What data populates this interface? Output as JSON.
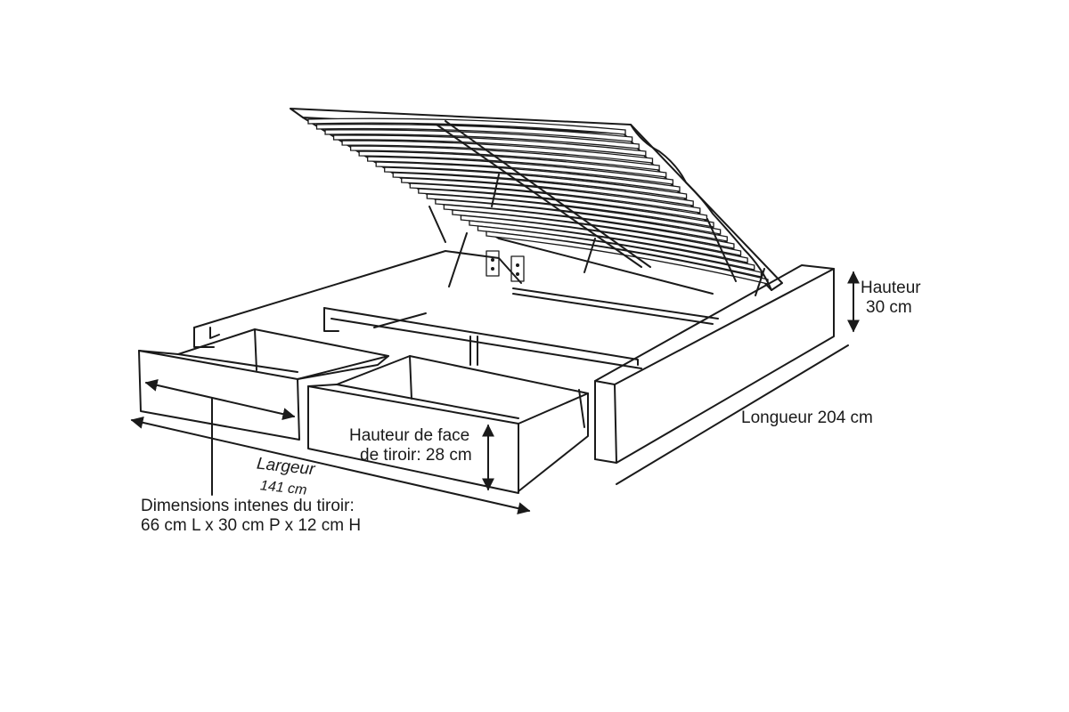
{
  "labels": {
    "height": [
      "Hauteur",
      "30 cm"
    ],
    "length": "Longueur 204 cm",
    "drawer_face": [
      "Hauteur de face",
      "de tiroir: 28 cm"
    ],
    "width_word": "Largeur",
    "width_value": "141 cm",
    "drawer_dims": [
      "Dimensions intenes du tiroir:",
      "66 cm L x 30 cm P x 12 cm H"
    ]
  },
  "colors": {
    "line": "#1a1a1a",
    "background": "#ffffff"
  }
}
